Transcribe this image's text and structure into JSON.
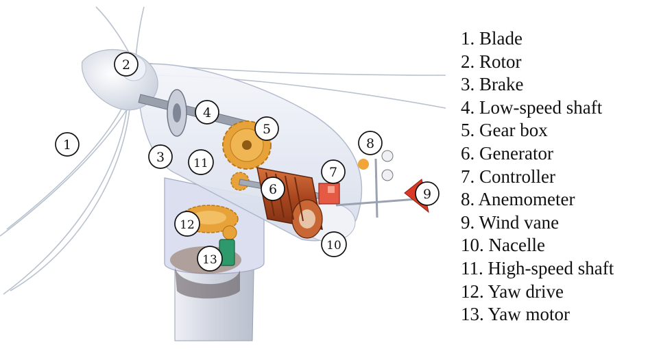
{
  "legend": {
    "items": [
      "1. Blade",
      "2. Rotor",
      "3. Brake",
      "4. Low-speed shaft",
      "5. Gear box",
      "6. Generator",
      "7. Controller",
      "8. Anemometer",
      "9. Wind vane",
      "10. Nacelle",
      "11. High-speed shaft",
      "12. Yaw drive",
      "13. Yaw motor"
    ]
  },
  "callouts": [
    "1",
    "2",
    "3",
    "4",
    "5",
    "6",
    "7",
    "8",
    "9",
    "10",
    "11",
    "12",
    "13"
  ],
  "colors": {
    "blade_outline": "#b9c2ce",
    "nacelle_shell": "#dfe6f3",
    "gear": "#e8a23a",
    "generator": "#b5532a",
    "controller": "#e55a45",
    "wind_vane": "#d93a25",
    "yaw_motor": "#2e9a6c",
    "tower": "#cfd3de"
  }
}
